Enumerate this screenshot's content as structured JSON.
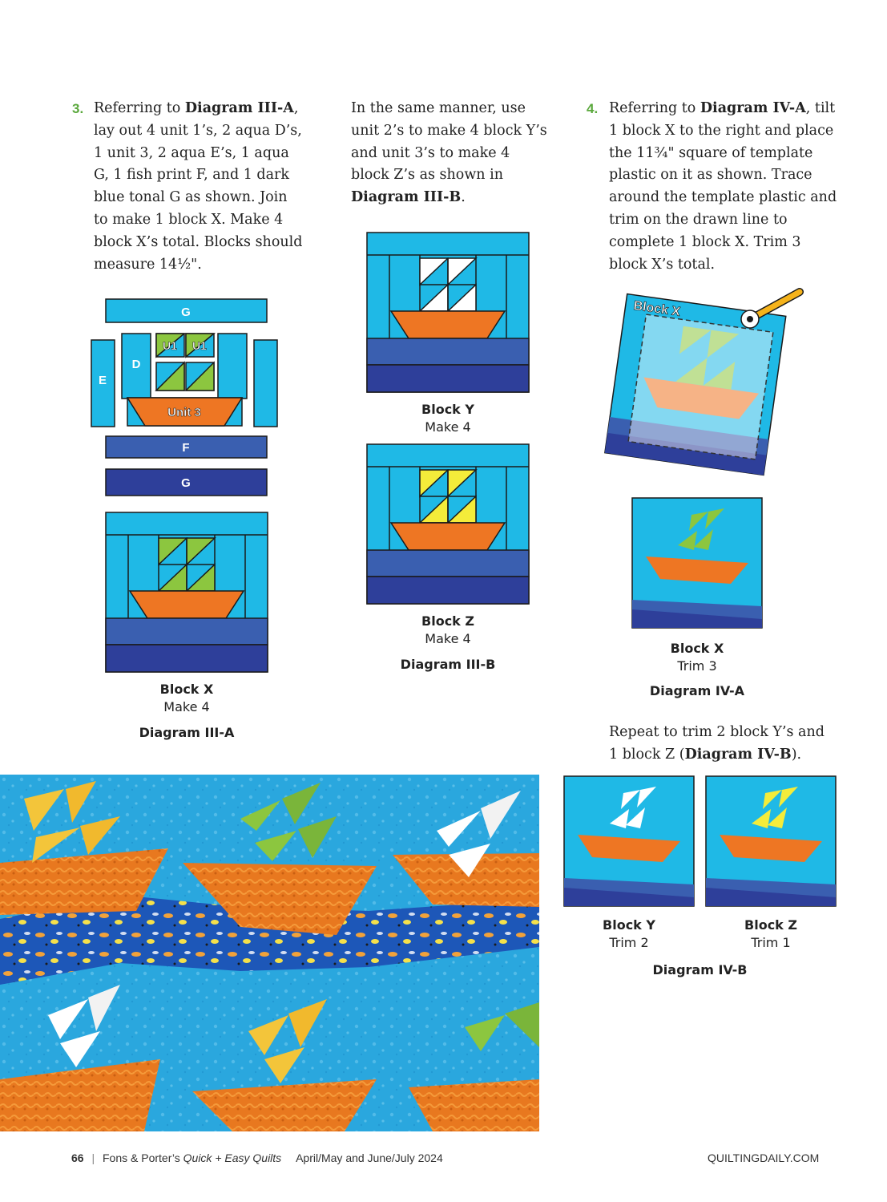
{
  "step3": {
    "number": "3.",
    "p1_pre": "Referring to ",
    "p1_ref": "Diagram III-A",
    "p1_post": ", lay out 4 unit 1’s, 2 aqua D’s, 1 unit 3, 2 aqua E’s, 1 aqua G, 1 fish print F, and 1 dark blue tonal G as shown. Join to make 1 block X. Make 4 block X’s total. Blocks should measure 14½\"."
  },
  "middle": {
    "p1": "In the same manner, use unit 2’s to make 4 block Y’s and unit 3’s to make 4 block Z’s as shown in ",
    "p1_ref": "Diagram III-B",
    "p1_post": "."
  },
  "step4": {
    "number": "4.",
    "p1_pre": "Referring to ",
    "p1_ref": "Diagram IV-A",
    "p1_post": ", tilt 1 block X to the right and place the 11¾\" square of template plastic on it as shown. Trace around the template plastic and trim on the drawn line to complete 1 block X. Trim 3 block X’s total."
  },
  "repeat": {
    "pre": "Repeat to trim 2 block Y’s and 1 block Z (",
    "ref": "Diagram IV-B",
    "post": ")."
  },
  "diagramIIIA": {
    "labels": {
      "g_top": "G",
      "u1_a": "U1",
      "u1_b": "U1",
      "d": "D",
      "e": "E",
      "unit3": "Unit 3",
      "f": "F",
      "g_bottom": "G"
    },
    "caption_title": "Block X",
    "caption_sub": "Make 4",
    "name": "Diagram III-A"
  },
  "diagramIIIB": {
    "y_title": "Block Y",
    "y_sub": "Make 4",
    "z_title": "Block Z",
    "z_sub": "Make 4",
    "name": "Diagram III-B"
  },
  "diagramIVA": {
    "tilted_label": "Block X",
    "caption_title": "Block X",
    "caption_sub": "Trim 3",
    "name": "Diagram IV-A"
  },
  "diagramIVB": {
    "y_title": "Block Y",
    "y_sub": "Trim 2",
    "z_title": "Block Z",
    "z_sub": "Trim 1",
    "name": "Diagram IV-B"
  },
  "footer": {
    "page": "66",
    "sep": "|",
    "pub_pre": "Fons & Porter’s ",
    "pub_italic": "Quick + Easy Quilts",
    "issue": "April/May and June/July 2024",
    "site": "QUILTINGDAILY.COM"
  },
  "colors": {
    "aqua": "#1fb9e6",
    "orange": "#ee7623",
    "fish_blue": "#3a5fb0",
    "dark_blue": "#2e3f9a",
    "green": "#8cc63f",
    "yellow": "#f4ec3a",
    "step_green": "#5aa83c"
  }
}
